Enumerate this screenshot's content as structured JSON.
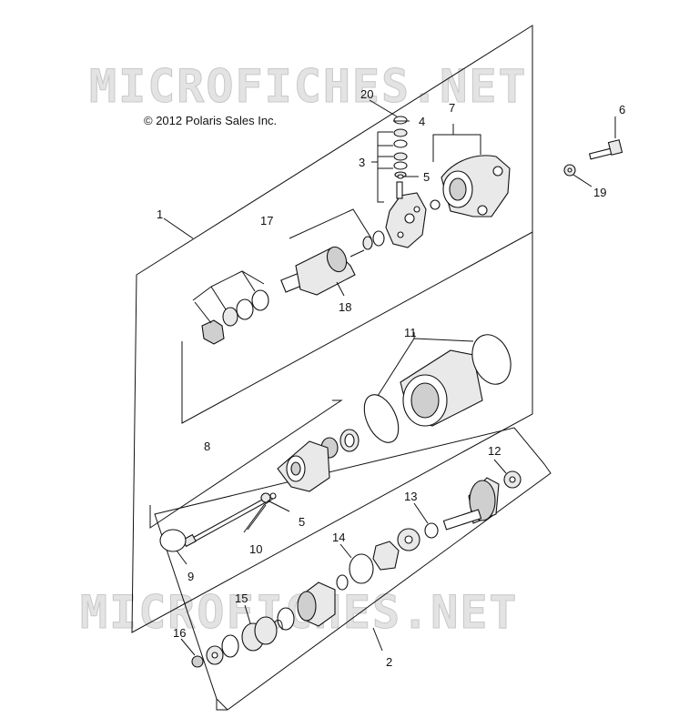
{
  "watermark": {
    "text": "MICROFICHES.NET"
  },
  "copyright": "© 2012 Polaris Sales Inc.",
  "callouts": {
    "c1": "1",
    "c2": "2",
    "c3": "3",
    "c4": "4",
    "c5a": "5",
    "c5b": "5",
    "c6": "6",
    "c7": "7",
    "c8": "8",
    "c9": "9",
    "c10": "10",
    "c11": "11",
    "c12": "12",
    "c13": "13",
    "c14": "14",
    "c15": "15",
    "c16": "16",
    "c17": "17",
    "c18": "18",
    "c19": "19",
    "c20": "20"
  }
}
